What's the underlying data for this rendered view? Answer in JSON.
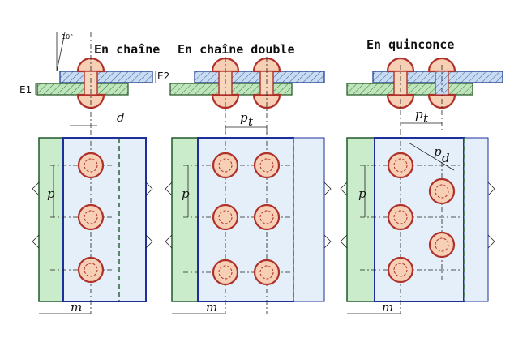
{
  "panels": [
    {
      "title": "En chaîne"
    },
    {
      "title": "En  chaîne double"
    },
    {
      "title": "En quinconce"
    }
  ],
  "labels": {
    "angle": "10°",
    "e1": "E1",
    "e2": "E2",
    "d": "d",
    "pt": "p",
    "pt_sub": "t",
    "pd": "p",
    "pd_sub": "d",
    "p": "p",
    "m": "m"
  },
  "colors": {
    "rivet_stroke": "#b0302a",
    "rivet_fill": "#f6cfb4",
    "board_blue": "#1d2f9c",
    "board_green": "#1f5a2a"
  }
}
